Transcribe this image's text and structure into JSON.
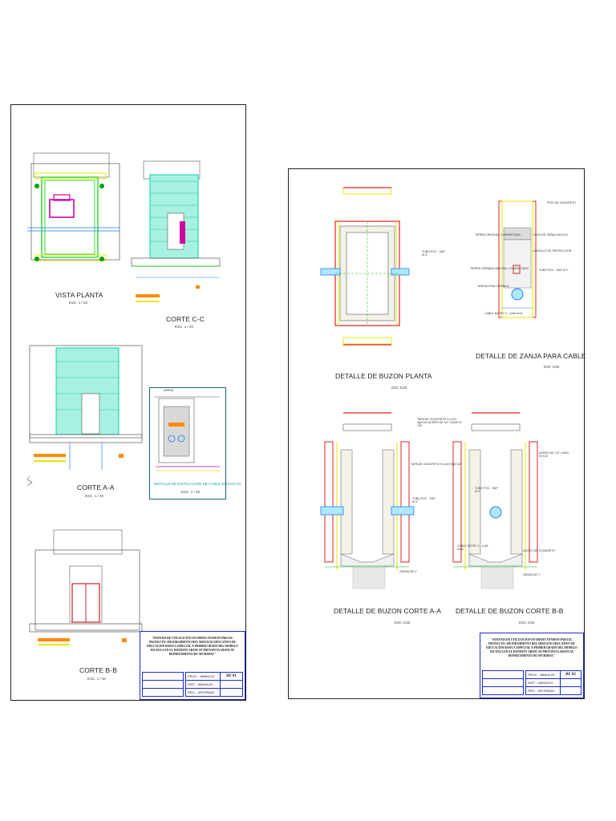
{
  "sheets": [
    {
      "drawings": {
        "vista_planta": {
          "title": "VISTA PLANTA",
          "scale": "ESC. 1 / 40"
        },
        "corte_cc": {
          "title": "CORTE C-C",
          "scale": "ESC. 1 / 40"
        },
        "corte_aa": {
          "title": "CORTE A-A",
          "scale": "ESC. 1 / 40"
        },
        "corte_bb": {
          "title": "CORTE B-B",
          "scale": "ESC. 1 / 40"
        },
        "detalle_ducto": {
          "title": "DETALLE DE INSTALACION DE CABLE EN DUCTO",
          "scale": "ESC. 1 / 40",
          "top_label": "ARENA"
        }
      },
      "title_block": {
        "title": "\"SISTEMA DE UTILIZACION EN MEDIA TENSION PARA EL PROYECTO: MEJORAMIENTO DEL SERVICIO EDUCATIVO DE EDUCACION BASICA ESPECIAL N PRIMER GRADO DEL MODELO ESCUELA EN EL DISTRITO ABANCAY PROVINCIA ABANCAY DEPARTAMENTO DE APURIMAC\"",
        "prov": "PROV. : ABANCAY",
        "dist": "DIST. : ABANCAY",
        "reg": "REG. : APURIMAC",
        "code": "RF 01"
      }
    },
    {
      "drawings": {
        "buzon_planta": {
          "title": "DETALLE DE BUZON PLANTA",
          "scale": "ESC 1/25",
          "label_tubo": "TUBO PVC - SAP Ø 4\""
        },
        "zanja": {
          "title": "DETALLE DE ZANJA PARA CABLE",
          "scale": "ESC 1/25",
          "labels": [
            "PISO DE CONCRETO",
            "TIERRA ORIGINAL COMPACTADA",
            "CINTA DE SEÑALIZACION",
            "LADRILLO DE PROTECCION",
            "TIERRA CERNIDA NATURAL COMPACTADA",
            "TUBO PVC - SAP Ø 4\"",
            "ARENA FINA CERNIDA",
            "CABLE N2XSY 3 - 1x35 mm2"
          ]
        },
        "corte_aa": {
          "title": "DETALLE DE BUZON CORTE A-A",
          "scale": "ESC 1/25",
          "labels": [
            "TAPA DE CONCRETO f'c=210 Kg/Cm2 ACERO DE 1/2\" CADA 10 CM",
            "TAPA DE CONCRETO f'c=210 Kg/Cm2",
            "TUBO PVC - SAP Ø 4\"",
            "GRAVA DE 1\""
          ]
        },
        "corte_bb": {
          "title": "DETALLE DE BUZON CORTE B-B",
          "scale": "ESC 1/25",
          "labels": [
            "ACERO DE 1/2\" CADA 20 CM",
            "TUBO PVC - SAP Ø 4\"",
            "CABLE N2XSY 3 - 1x35 mm2",
            "DUCTO DE CONCRETO",
            "GRAVA DE 1\""
          ]
        }
      },
      "title_block": {
        "title": "\"SISTEMA DE UTILIZACION EN MEDIA TENSION PARA EL PROYECTO: MEJORAMIENTO DEL SERVICIO EDUCATIVO DE EDUCACION BASICA ESPECIAL N PRIMER GRADO DEL MODELO ESCUELA EN EL DISTRITO ABANCAY PROVINCIA ABANCAY DEPARTAMENTO DE APURIMAC\"",
        "prov": "PROV. : ABANCAY",
        "dist": "DIST. : ABANCAY",
        "reg": "REG. : APURIMAC",
        "code": "RF 02"
      }
    }
  ]
}
